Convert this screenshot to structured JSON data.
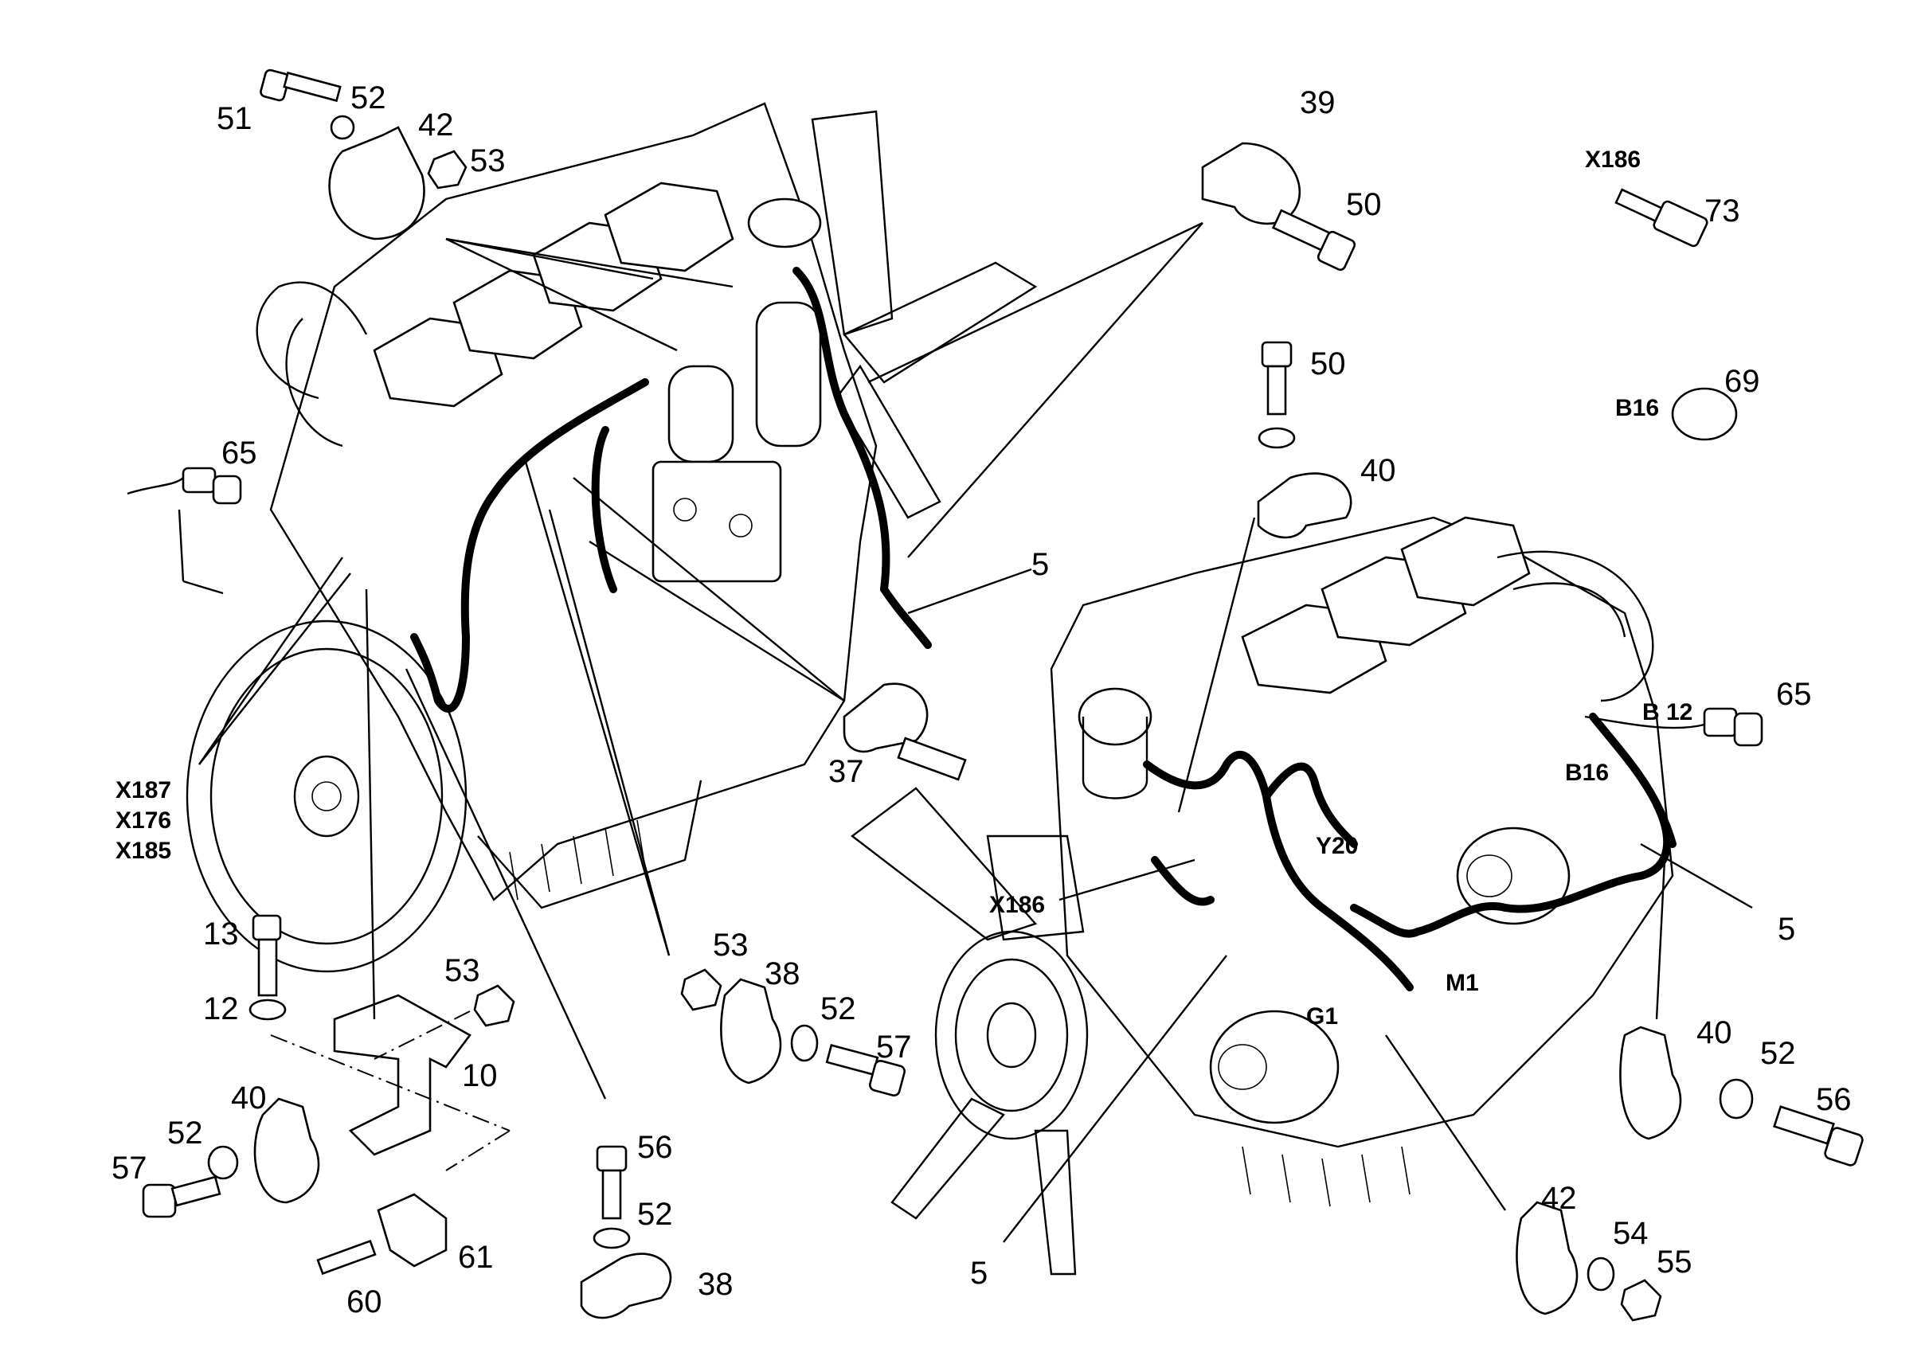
{
  "callouts": [
    {
      "id": "c51",
      "text": "51"
    },
    {
      "id": "c52a",
      "text": "52"
    },
    {
      "id": "c42a",
      "text": "42"
    },
    {
      "id": "c53a",
      "text": "53"
    },
    {
      "id": "c39",
      "text": "39"
    },
    {
      "id": "c50a",
      "text": "50"
    },
    {
      "id": "c73",
      "text": "73"
    },
    {
      "id": "c50b",
      "text": "50"
    },
    {
      "id": "c69",
      "text": "69"
    },
    {
      "id": "c40a",
      "text": "40"
    },
    {
      "id": "c65a",
      "text": "65"
    },
    {
      "id": "c5a",
      "text": "5"
    },
    {
      "id": "c37",
      "text": "37"
    },
    {
      "id": "c65b",
      "text": "65"
    },
    {
      "id": "c5b",
      "text": "5"
    },
    {
      "id": "c13",
      "text": "13"
    },
    {
      "id": "c12",
      "text": "12"
    },
    {
      "id": "c53b",
      "text": "53"
    },
    {
      "id": "c10",
      "text": "10"
    },
    {
      "id": "c40b",
      "text": "40"
    },
    {
      "id": "c52b",
      "text": "52"
    },
    {
      "id": "c57a",
      "text": "57"
    },
    {
      "id": "c60",
      "text": "60"
    },
    {
      "id": "c61",
      "text": "61"
    },
    {
      "id": "c53c",
      "text": "53"
    },
    {
      "id": "c38a",
      "text": "38"
    },
    {
      "id": "c52c",
      "text": "52"
    },
    {
      "id": "c57b",
      "text": "57"
    },
    {
      "id": "c56a",
      "text": "56"
    },
    {
      "id": "c52d",
      "text": "52"
    },
    {
      "id": "c38b",
      "text": "38"
    },
    {
      "id": "c40c",
      "text": "40"
    },
    {
      "id": "c52e",
      "text": "52"
    },
    {
      "id": "c56b",
      "text": "56"
    },
    {
      "id": "c42b",
      "text": "42"
    },
    {
      "id": "c54",
      "text": "54"
    },
    {
      "id": "c55",
      "text": "55"
    },
    {
      "id": "c5c",
      "text": "5"
    }
  ],
  "codes": [
    {
      "id": "k_x186a",
      "text": "X186"
    },
    {
      "id": "k_b16a",
      "text": "B16"
    },
    {
      "id": "k_x187",
      "text": "X187"
    },
    {
      "id": "k_x176",
      "text": "X176"
    },
    {
      "id": "k_x185",
      "text": "X185"
    },
    {
      "id": "k_b12",
      "text": "B 12"
    },
    {
      "id": "k_b16b",
      "text": "B16"
    },
    {
      "id": "k_y20",
      "text": "Y20"
    },
    {
      "id": "k_x186b",
      "text": "X186"
    },
    {
      "id": "k_m1",
      "text": "M1"
    },
    {
      "id": "k_g1",
      "text": "G1"
    }
  ]
}
